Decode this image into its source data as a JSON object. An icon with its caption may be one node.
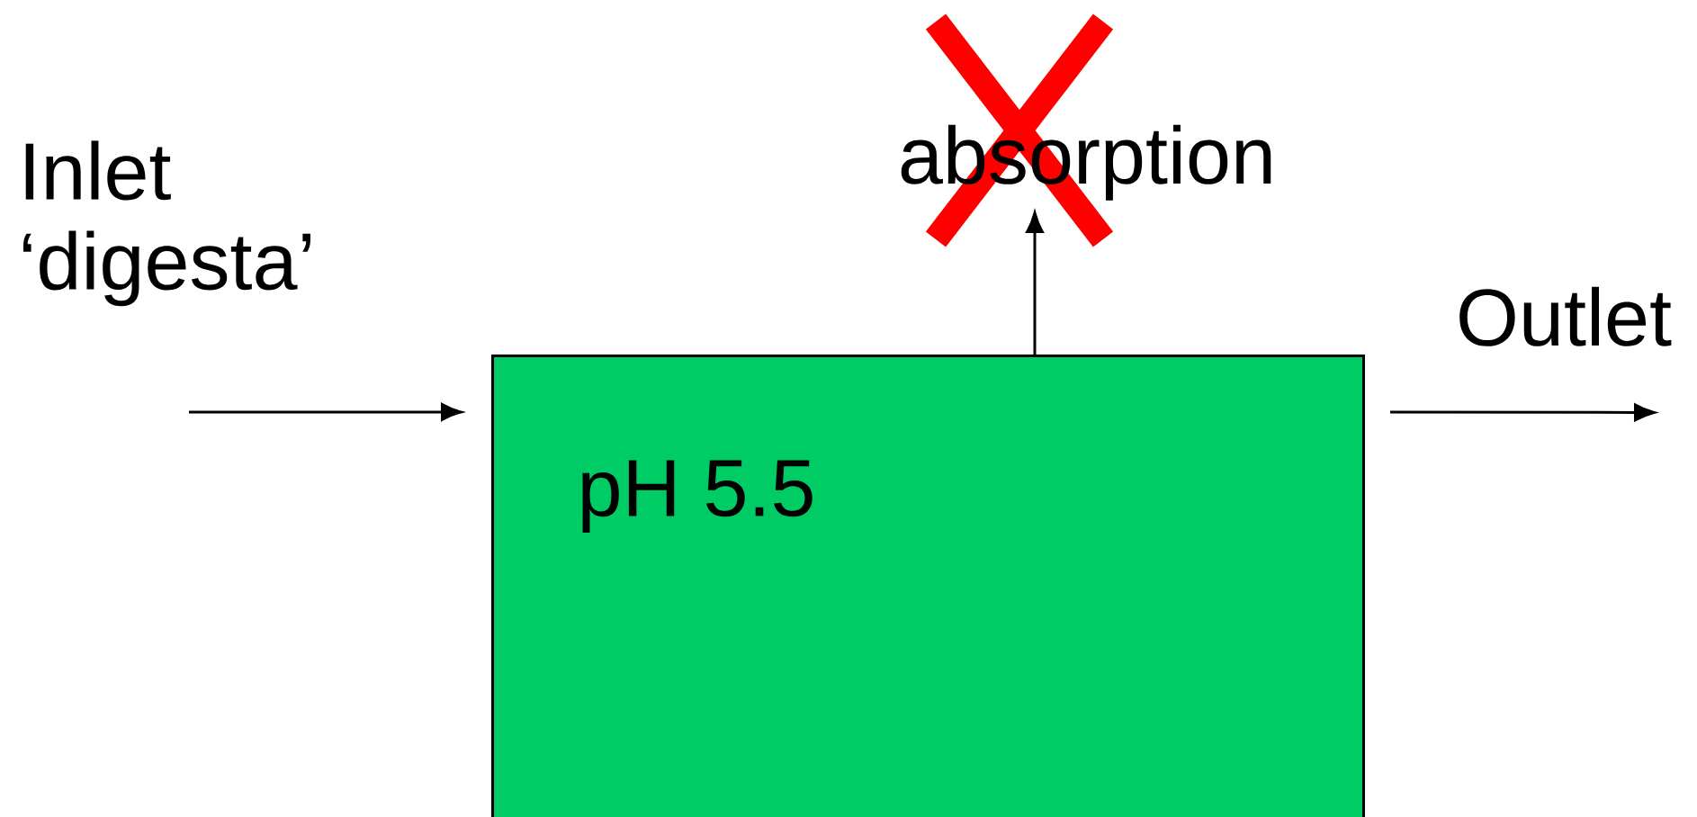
{
  "diagram": {
    "nodes": [
      {
        "text": [
          "Inlet ‘digesta’"
        ]
      },
      {
        "text": [
          "pH 5.5"
        ]
      },
      {
        "text": [
          "absorption"
        ]
      },
      {
        "text": [
          "Outlet"
        ]
      }
    ],
    "edges": [
      {
        "from": 0,
        "to": 1,
        "arrow": "to"
      },
      {
        "from": 1,
        "to": 2,
        "arrow": "to"
      },
      {
        "from": 1,
        "to": 3,
        "arrow": "to"
      }
    ]
  }
}
